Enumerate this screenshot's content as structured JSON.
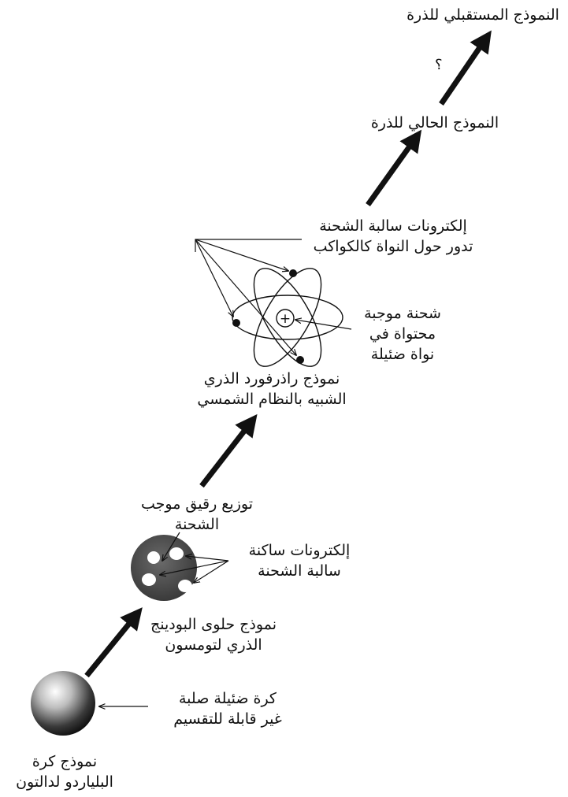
{
  "labels": {
    "future": "النموذج المستقبلي للذرة",
    "question": "؟",
    "current": "النموذج الحالي للذرة",
    "electrons_orbit": [
      "إلكترونات سالبة الشحنة",
      "تدور حول النواة كالكواكب"
    ],
    "positive_charge": [
      "شحنة موجبة",
      "محتواة في",
      "نواة ضئيلة"
    ],
    "rutherford": [
      "نموذج راذرفورد الذري",
      "الشبيه بالنظام الشمسي"
    ],
    "thin_positive": [
      "توزيع رقيق موجب",
      "الشحنة"
    ],
    "static_electrons": [
      "إلكترونات ساكنة",
      "سالبة الشحنة"
    ],
    "thomson": [
      "نموذج حلوى البودينج",
      "الذري لتومسون"
    ],
    "solid_sphere": [
      "كرة ضئيلة صلبة",
      "غير قابلة للتقسيم"
    ],
    "dalton": [
      "نموذج كرة",
      "البلياردو لدالتون"
    ]
  },
  "symbols": {
    "nucleus_sign": "+"
  },
  "colors": {
    "ink": "#111111",
    "background": "#ffffff",
    "pudding": "#555555"
  }
}
